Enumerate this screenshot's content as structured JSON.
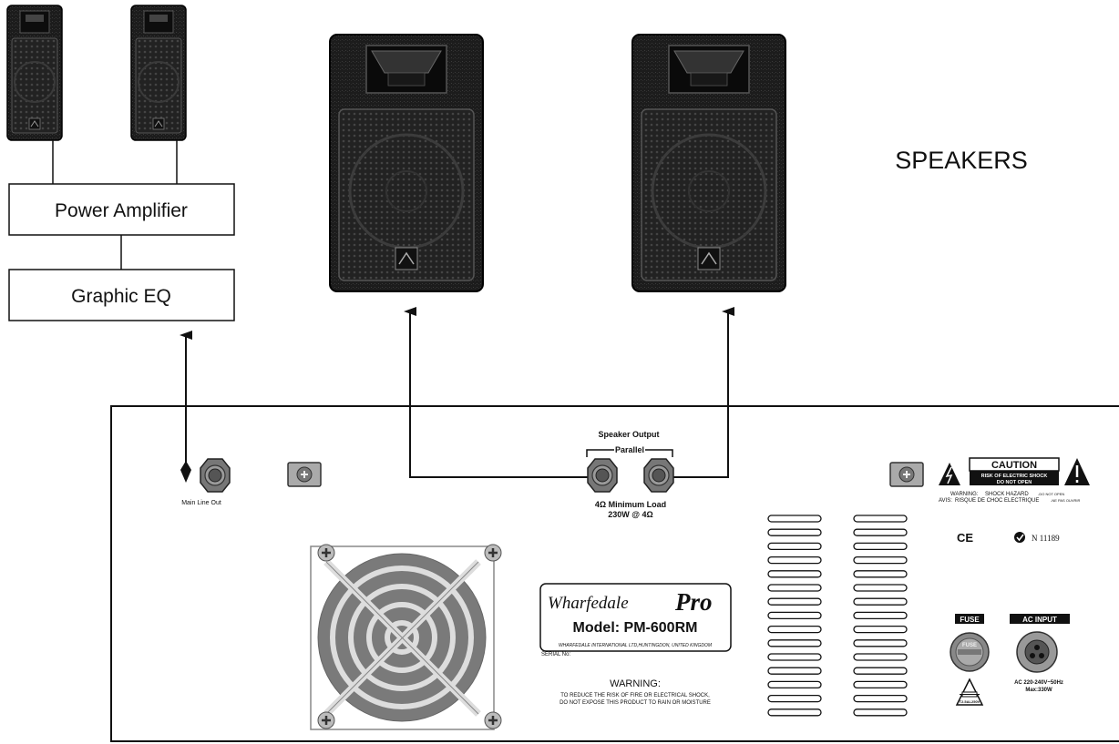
{
  "diagram": {
    "heading": "SPEAKERS",
    "blocks": {
      "power_amplifier": "Power Amplifier",
      "graphic_eq": "Graphic EQ"
    },
    "rear_panel": {
      "main_line_out": "Main Line Out",
      "speaker_output_title": "Speaker Output",
      "speaker_output_mode": "Parallel",
      "min_load": "4Ω Minimum Load",
      "power_rating": "230W @ 4Ω",
      "caution_title": "CAUTION",
      "caution_line1": "RISK OF ELECTRIC SHOCK",
      "caution_line2": "DO NOT OPEN",
      "warning_label": "WARNING:",
      "warning_text": "SHOCK HAZARD",
      "warning_small": "-DO NOT OPEN",
      "avis_label": "AVIS:",
      "avis_text": "RISQUE DE CHOC ELECTRIQUE",
      "avis_small": "-NE PAS OUVRIR",
      "ce_mark": "CE",
      "cert_number": "N 11189",
      "brand_script": "Wharfedale",
      "brand_pro": "Pro",
      "model": "Model: PM-600RM",
      "company": "WHARFEDALE INTERNATIONAL LTD,HUNTINGDON, UNITED KINGDOM",
      "serial": "SERIAL No:",
      "warning_heading": "WARNING:",
      "warning_line1": "TO REDUCE THE RISK OF FIRE OR ELECTRICAL SHOCK,",
      "warning_line2": "DO NOT EXPOSE THIS PRODUCT TO RAIN OR MOISTURE",
      "fuse_label": "FUSE",
      "fuse_cap": "FUSE",
      "fuse_rating": "T2.5AL250V",
      "ac_input_label": "AC INPUT",
      "ac_rating_line1": "AC 220-240V~50Hz",
      "ac_rating_line2": "Max:330W"
    }
  }
}
